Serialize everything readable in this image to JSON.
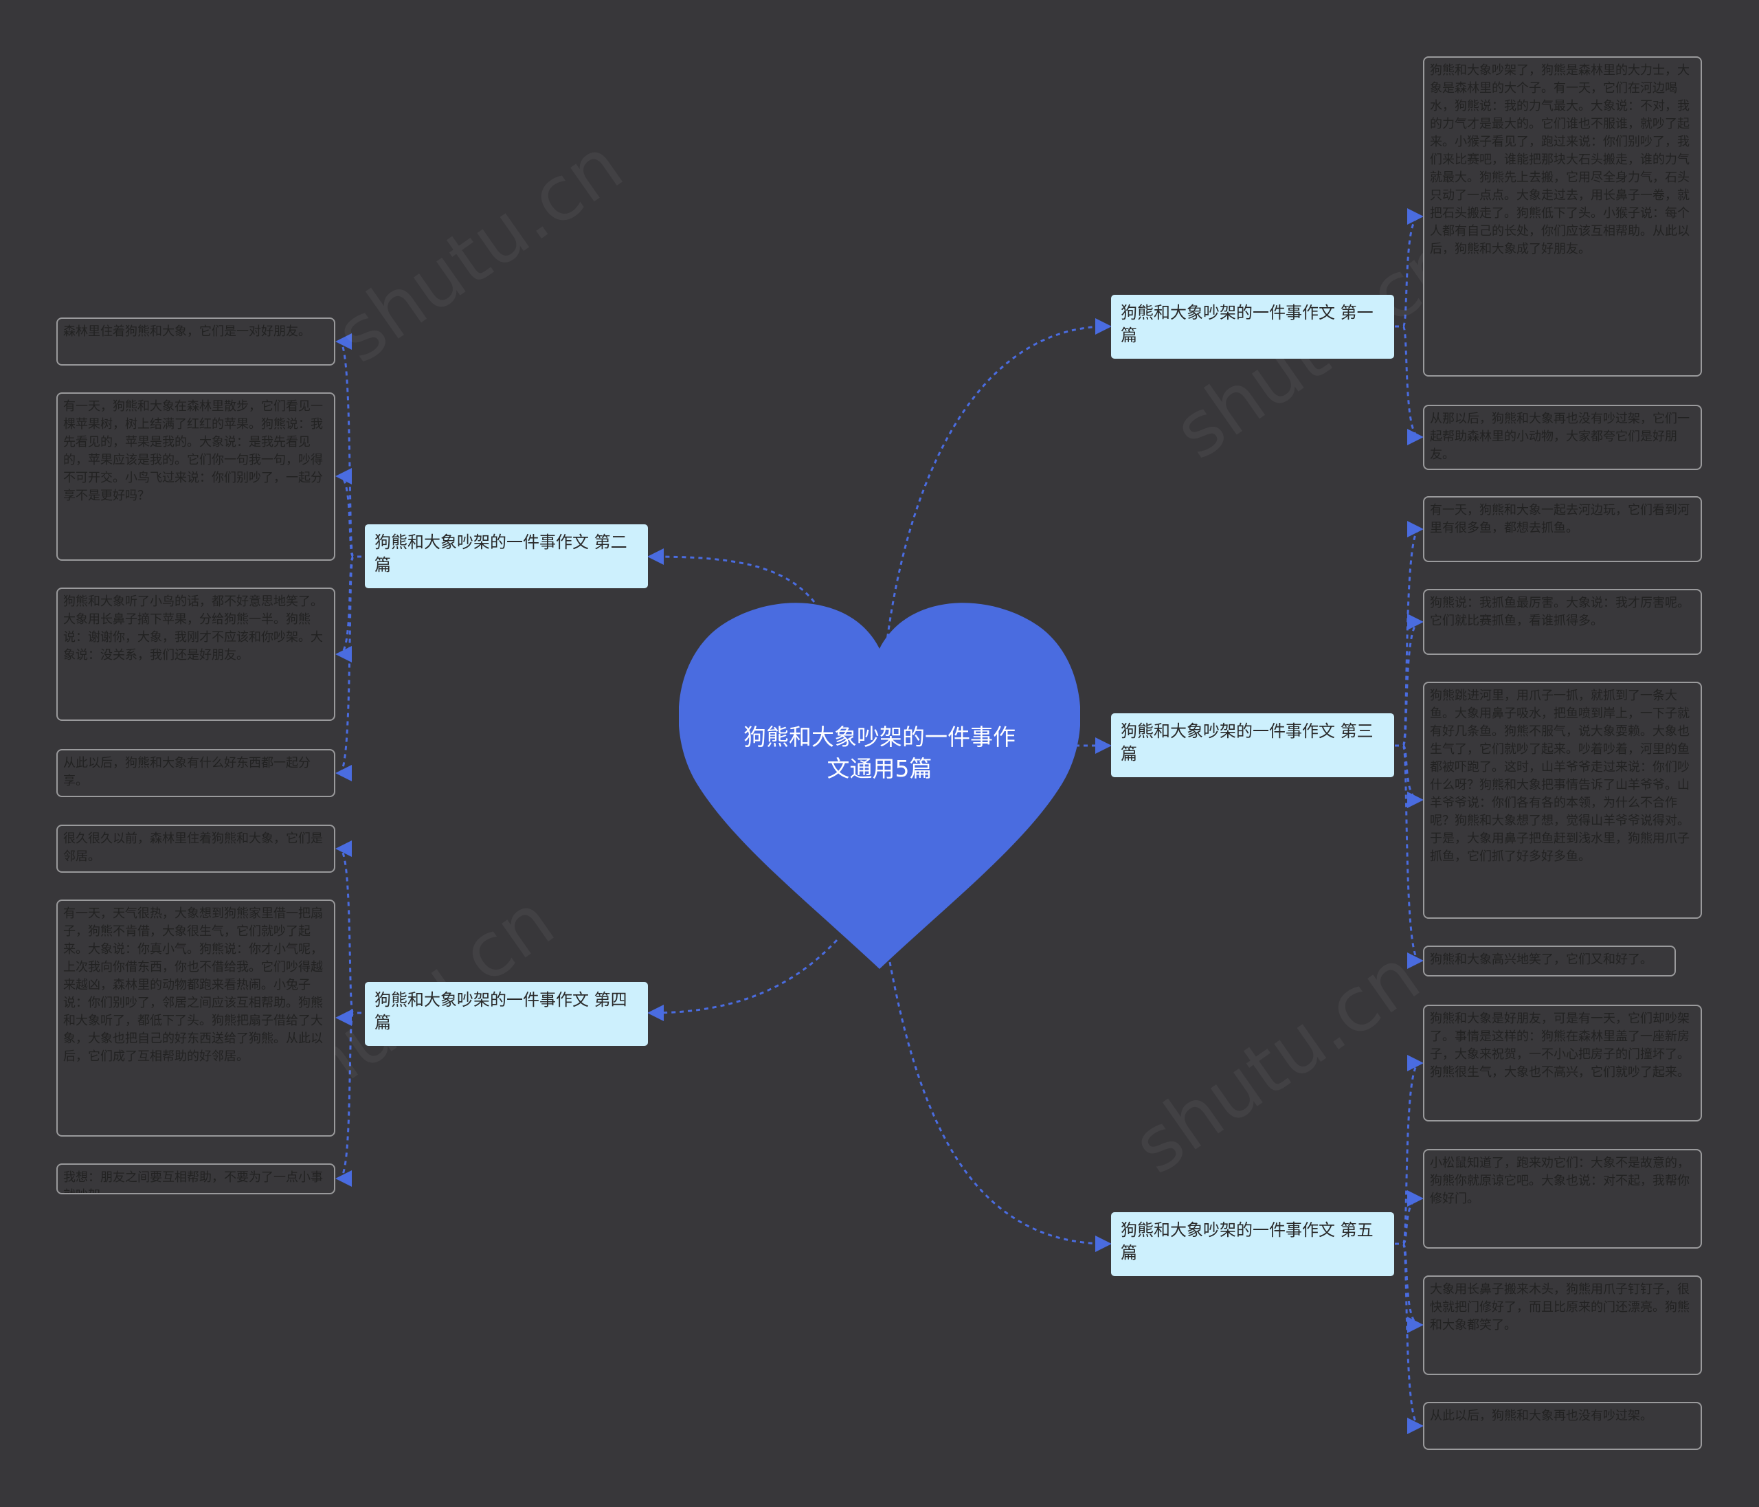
{
  "center": {
    "title": "狗熊和大象吵架的一件事作文通用5篇"
  },
  "branches": [
    {
      "label": "狗熊和大象吵架的一件事作文 第一篇",
      "leaves": [
        "狗熊和大象吵架了，狗熊是森林里的大力士，大象是森林里的大个子。有一天，它们在河边喝水，狗熊说：我的力气最大。大象说：不对，我的力气才是最大的。它们谁也不服谁，就吵了起来。小猴子看见了，跑过来说：你们别吵了，我们来比赛吧，谁能把那块大石头搬走，谁的力气就最大。狗熊先上去搬，它用尽全身力气，石头只动了一点点。大象走过去，用长鼻子一卷，就把石头搬走了。狗熊低下了头。小猴子说：每个人都有自己的长处，你们应该互相帮助。从此以后，狗熊和大象成了好朋友。",
        "从那以后，狗熊和大象再也没有吵过架，它们一起帮助森林里的小动物，大家都夸它们是好朋友。"
      ]
    },
    {
      "label": "狗熊和大象吵架的一件事作文 第二篇",
      "leaves": [
        "森林里住着狗熊和大象，它们是一对好朋友。",
        "有一天，狗熊和大象在森林里散步，它们看见一棵苹果树，树上结满了红红的苹果。狗熊说：我先看见的，苹果是我的。大象说：是我先看见的，苹果应该是我的。它们你一句我一句，吵得不可开交。小鸟飞过来说：你们别吵了，一起分享不是更好吗？",
        "狗熊和大象听了小鸟的话，都不好意思地笑了。大象用长鼻子摘下苹果，分给狗熊一半。狗熊说：谢谢你，大象，我刚才不应该和你吵架。大象说：没关系，我们还是好朋友。",
        "从此以后，狗熊和大象有什么好东西都一起分享。"
      ]
    },
    {
      "label": "狗熊和大象吵架的一件事作文 第三篇",
      "leaves": [
        "有一天，狗熊和大象一起去河边玩，它们看到河里有很多鱼，都想去抓鱼。",
        "狗熊说：我抓鱼最厉害。大象说：我才厉害呢。它们就比赛抓鱼，看谁抓得多。",
        "狗熊跳进河里，用爪子一抓，就抓到了一条大鱼。大象用鼻子吸水，把鱼喷到岸上，一下子就有好几条鱼。狗熊不服气，说大象耍赖。大象也生气了，它们就吵了起来。吵着吵着，河里的鱼都被吓跑了。这时，山羊爷爷走过来说：你们吵什么呀？狗熊和大象把事情告诉了山羊爷爷。山羊爷爷说：你们各有各的本领，为什么不合作呢？狗熊和大象想了想，觉得山羊爷爷说得对。于是，大象用鼻子把鱼赶到浅水里，狗熊用爪子抓鱼，它们抓了好多好多鱼。",
        "狗熊和大象高兴地笑了，它们又和好了。"
      ]
    },
    {
      "label": "狗熊和大象吵架的一件事作文 第四篇",
      "leaves": [
        "很久很久以前，森林里住着狗熊和大象，它们是邻居。",
        "有一天，天气很热，大象想到狗熊家里借一把扇子，狗熊不肯借，大象很生气，它们就吵了起来。大象说：你真小气。狗熊说：你才小气呢，上次我向你借东西，你也不借给我。它们吵得越来越凶，森林里的动物都跑来看热闹。小兔子说：你们别吵了，邻居之间应该互相帮助。狗熊和大象听了，都低下了头。狗熊把扇子借给了大象，大象也把自己的好东西送给了狗熊。从此以后，它们成了互相帮助的好邻居。",
        "我想：朋友之间要互相帮助，不要为了一点小事就吵架。"
      ]
    },
    {
      "label": "狗熊和大象吵架的一件事作文 第五篇",
      "leaves": [
        "狗熊和大象是好朋友，可是有一天，它们却吵架了。事情是这样的：狗熊在森林里盖了一座新房子，大象来祝贺，一不小心把房子的门撞坏了。狗熊很生气，大象也不高兴，它们就吵了起来。",
        "小松鼠知道了，跑来劝它们：大象不是故意的，狗熊你就原谅它吧。大象也说：对不起，我帮你修好门。",
        "大象用长鼻子搬来木头，狗熊用爪子钉钉子，很快就把门修好了，而且比原来的门还漂亮。狗熊和大象都笑了。",
        "从此以后，狗熊和大象再也没有吵过架。"
      ]
    }
  ]
}
